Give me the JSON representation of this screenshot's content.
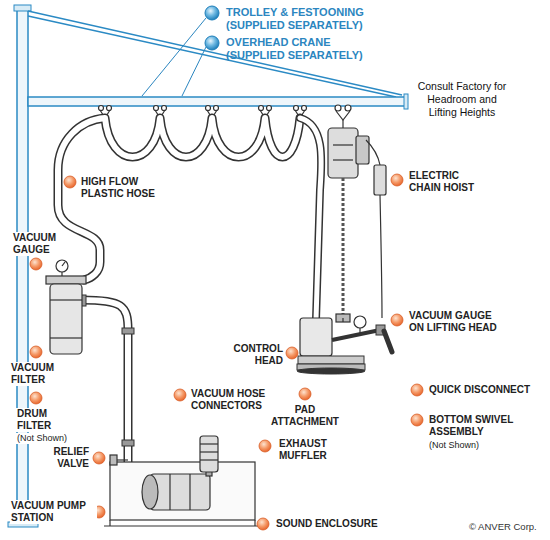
{
  "diagram": {
    "labels": [
      "TROLLEY & FESTOONING (SUPPLIED SEPARATELY)",
      "OVERHEAD CRANE (SUPPLIED SEPARATELY)",
      "Consult Factory for Headroom and Lifting Heights",
      "HIGH FLOW PLASTIC HOSE",
      "ELECTRIC CHAIN HOIST",
      "VACUUM GAUGE",
      "VACUUM FILTER",
      "DRUM FILTER",
      "(Not Shown)",
      "VACUUM GAUGE ON LIFTING HEAD",
      "CONTROL HEAD",
      "VACUUM HOSE CONNECTORS",
      "QUICK DISCONNECT",
      "PAD ATTACHMENT",
      "BOTTOM SWIVEL ASSEMBLY",
      "(Not Shown)",
      "EXHAUST MUFFLER",
      "RELIEF VALVE",
      "VACUUM PUMP STATION",
      "SOUND ENCLOSURE",
      "© ANVER Corp."
    ]
  }
}
